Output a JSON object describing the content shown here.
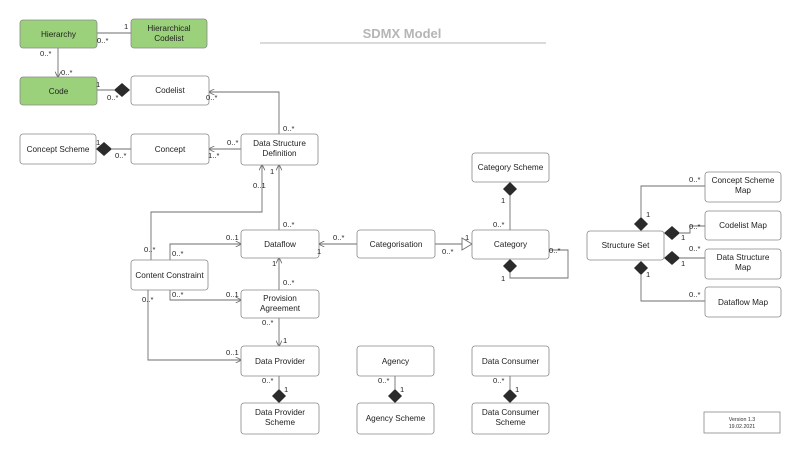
{
  "title": "SDMX Model",
  "version": {
    "line1": "Version 1.3",
    "line2": "19.02.2021"
  },
  "colors": {
    "highlight": "#9bd17a",
    "box_border": "#888888",
    "line": "#6e6e6e",
    "diamond": "#2b2b2b"
  },
  "boxes": {
    "hierarchy": "Hierarchy",
    "hierarchical_codelist": [
      "Hierarchical",
      "Codelist"
    ],
    "code": "Code",
    "codelist": "Codelist",
    "concept_scheme": "Concept Scheme",
    "concept": "Concept",
    "data_structure_definition": [
      "Data Structure",
      "Definition"
    ],
    "category_scheme": "Category Scheme",
    "content_constraint": "Content Constraint",
    "dataflow": "Dataflow",
    "categorisation": "Categorisation",
    "category": "Category",
    "provision_agreement": [
      "Provision",
      "Agreement"
    ],
    "data_provider": "Data Provider",
    "agency": "Agency",
    "data_consumer": "Data Consumer",
    "data_provider_scheme": [
      "Data Provider",
      "Scheme"
    ],
    "agency_scheme": "Agency Scheme",
    "data_consumer_scheme": [
      "Data Consumer",
      "Scheme"
    ],
    "structure_set": "Structure Set",
    "concept_scheme_map": [
      "Concept Scheme",
      "Map"
    ],
    "codelist_map": "Codelist Map",
    "data_structure_map": [
      "Data Structure",
      "Map"
    ],
    "dataflow_map": "Dataflow Map"
  },
  "multiplicities": {
    "one": "1",
    "zero_many": "0..*",
    "zero_one": "0..1",
    "one_many": "1..*"
  }
}
